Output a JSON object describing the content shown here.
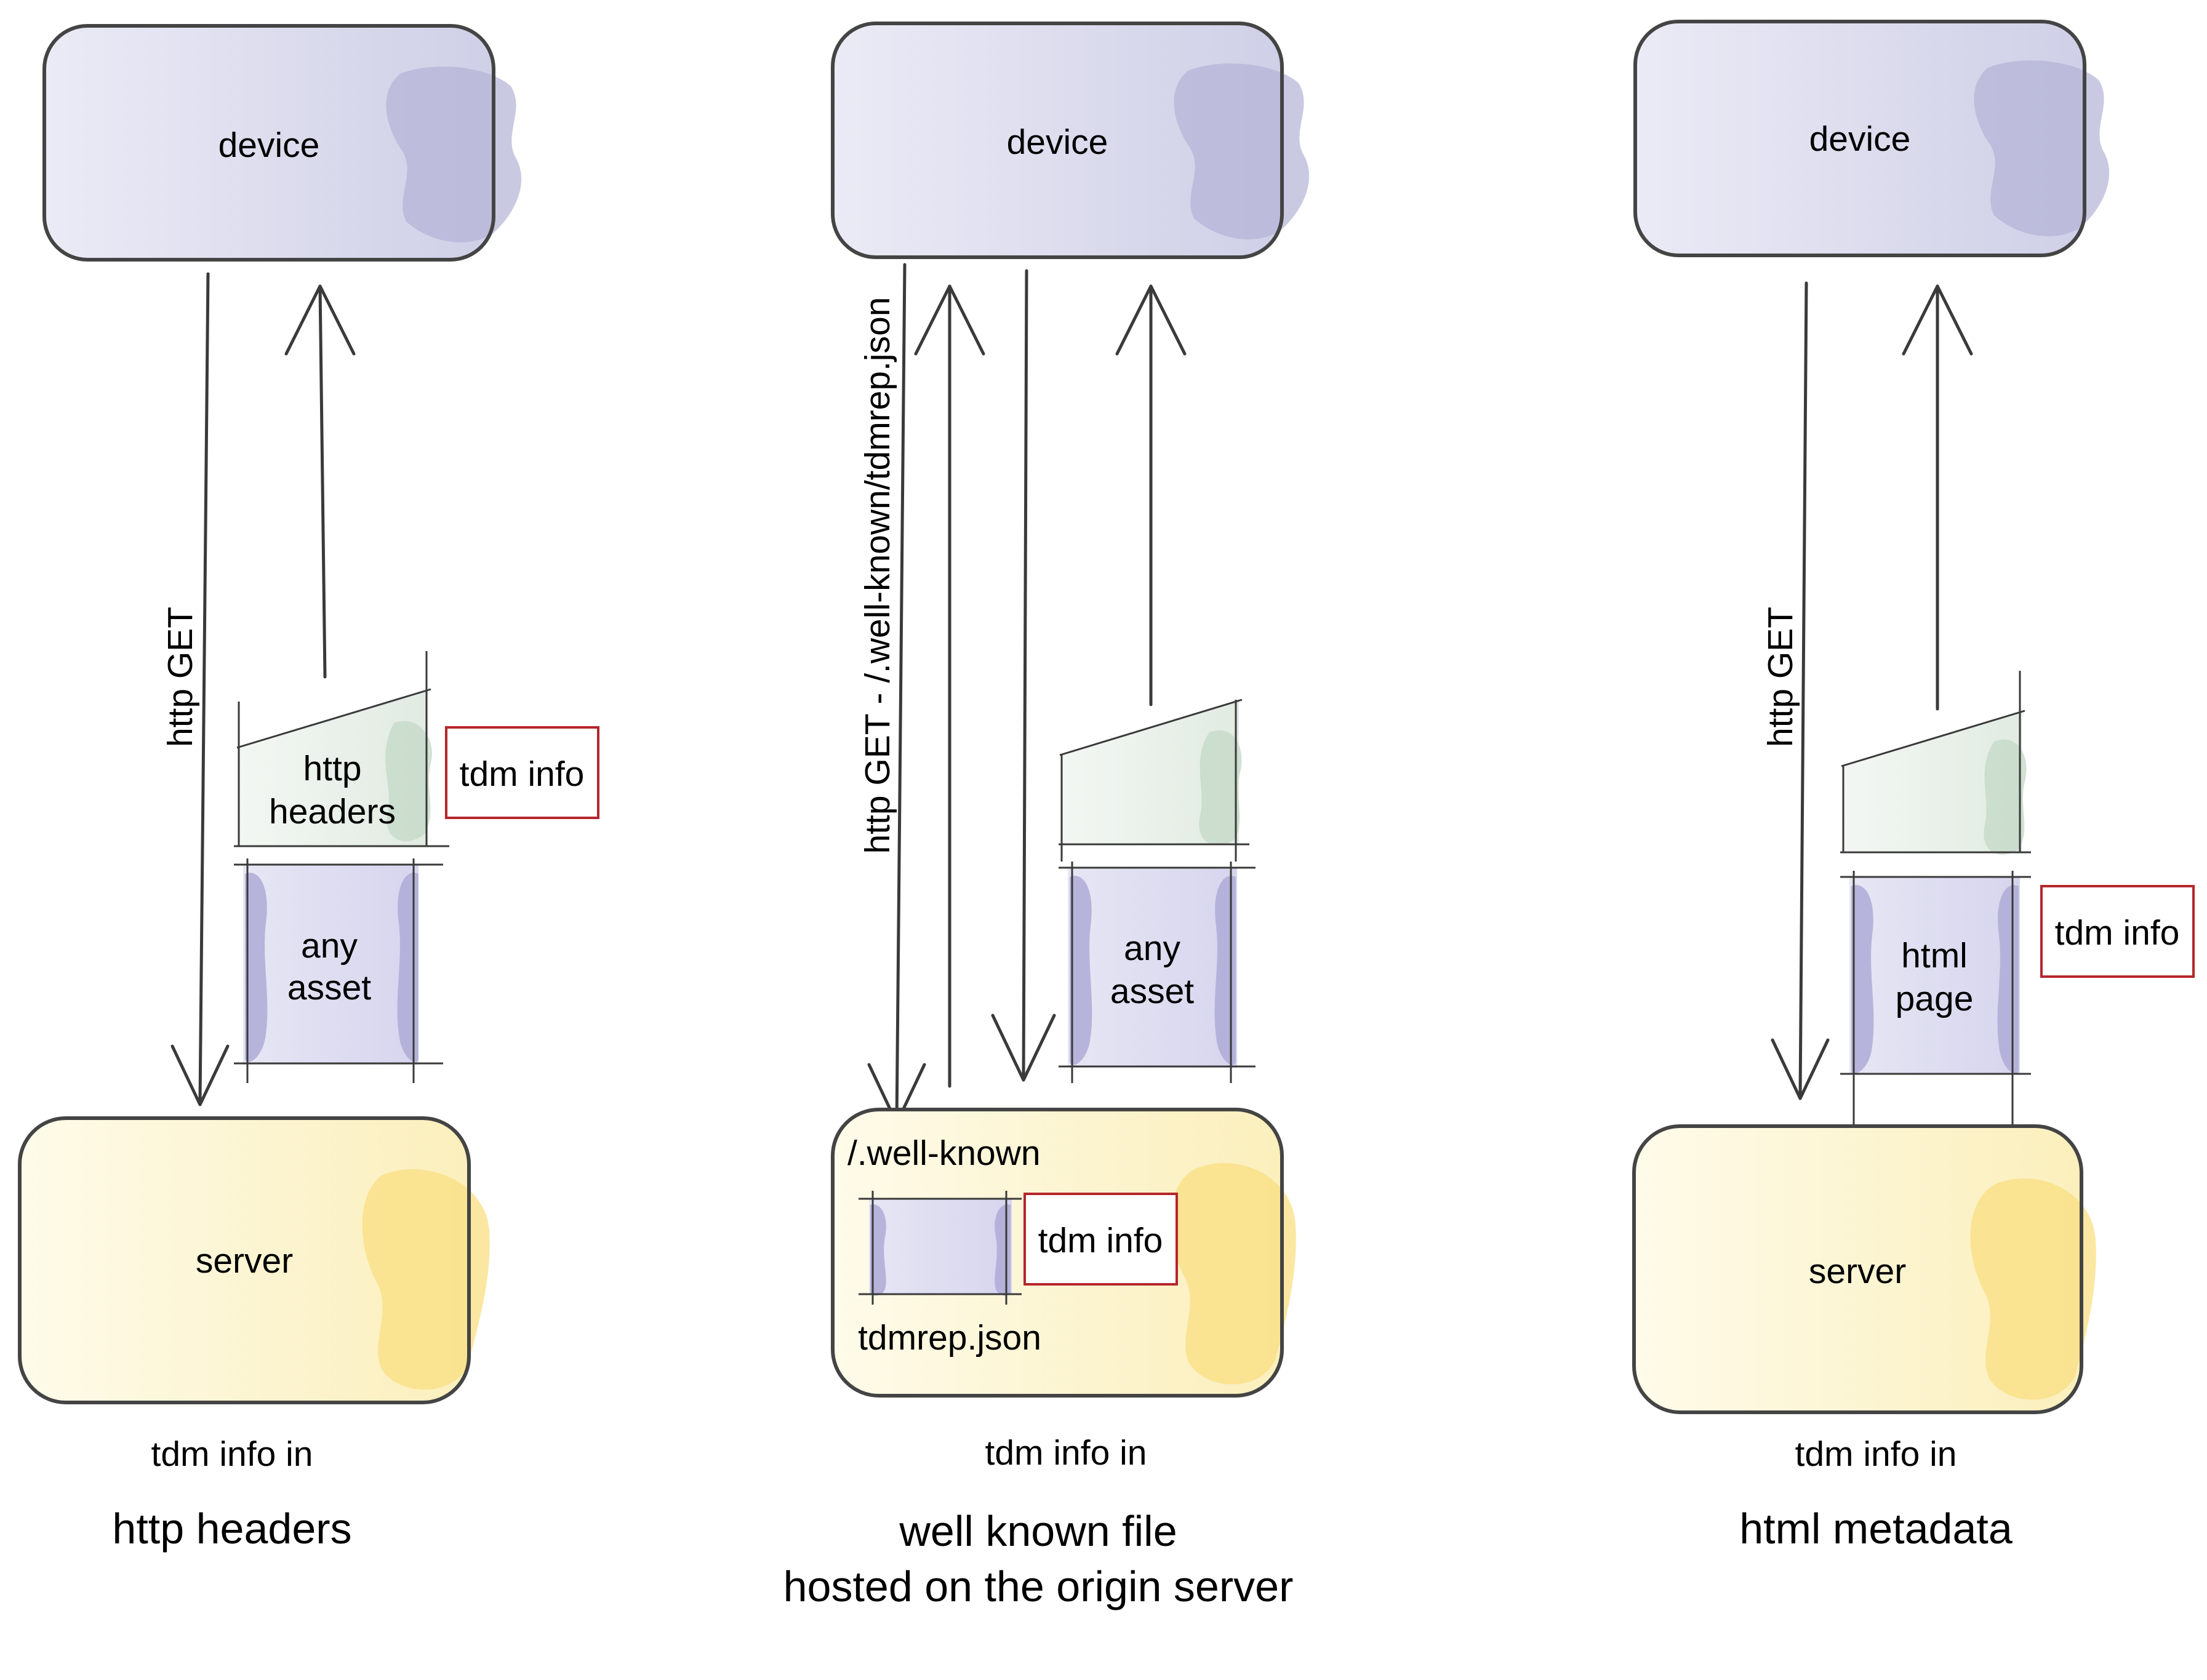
{
  "colors": {
    "device_fill": "#dcdcef",
    "device_shade": "#b3b2d5",
    "server_fill": "#fdf6d6",
    "server_shade": "#fadf82",
    "header_fill": "#e9f0e9",
    "header_shade": "#c5d9c8",
    "asset_fill": "#dddcf0",
    "asset_shade": "#aeacd6",
    "tdm_border": "#b5262b",
    "line": "#3a3a3a"
  },
  "panels": [
    {
      "device_label": "device",
      "server_label": "server",
      "request_label": "http GET",
      "header_label": [
        "http",
        "headers"
      ],
      "asset_label": [
        "any",
        "asset"
      ],
      "tdm_label": "tdm info",
      "caption_small": "tdm info in",
      "caption_large": [
        "http headers"
      ]
    },
    {
      "device_label": "device",
      "request_label": "http GET - /.well-known/tdmrep.json",
      "asset_label": [
        "any",
        "asset"
      ],
      "wellknown_label": "/.well-known",
      "file_label": "tdmrep.json",
      "tdm_label": "tdm info",
      "caption_small": "tdm info in",
      "caption_large": [
        "well known file",
        "hosted on the origin server"
      ]
    },
    {
      "device_label": "device",
      "server_label": "server",
      "request_label": "http GET",
      "asset_label": [
        "html",
        "page"
      ],
      "tdm_label": "tdm info",
      "caption_small": "tdm info in",
      "caption_large": [
        "html metadata"
      ]
    }
  ]
}
